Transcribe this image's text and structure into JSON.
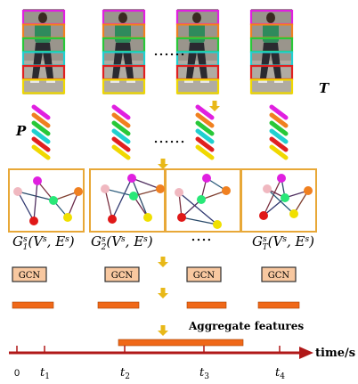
{
  "labels": {
    "top_ellipsis": "……",
    "T": "T",
    "P": "P",
    "stripe_ellipsis": "……",
    "graph_ellipsis": "….",
    "aggregate": "Aggregate features",
    "time_axis": "time/s",
    "gcn": "GCN",
    "tick0": "0"
  },
  "graph_labels": [
    {
      "G": "G",
      "sup": "s",
      "sub": "1",
      "rest": "(V",
      "sup2": "s",
      "comma": ", E",
      "sup3": "s",
      "close": ")"
    },
    {
      "G": "G",
      "sup": "s",
      "sub": "2",
      "rest": "(V",
      "sup2": "s",
      "comma": ", E",
      "sup3": "s",
      "close": ")"
    },
    {
      "G": "G",
      "sup": "s",
      "sub": "T",
      "rest": "(V",
      "sup2": "s",
      "comma": ", E",
      "sup3": "s",
      "close": ")"
    }
  ],
  "ticks": [
    {
      "t": "t",
      "sub": "1"
    },
    {
      "t": "t",
      "sub": "2"
    },
    {
      "t": "t",
      "sub": "3"
    },
    {
      "t": "t",
      "sub": "4"
    }
  ],
  "colors": {
    "parts": [
      "#e020e0",
      "#f08020",
      "#28c838",
      "#20d0d0",
      "#e02020",
      "#f0d800"
    ],
    "graph_nodes": [
      "#e020e0",
      "#f0b8c0",
      "#28e878",
      "#f08020",
      "#e01818",
      "#f0e000"
    ],
    "box_border": "#e8a838",
    "arrow": "#e8b818",
    "gcn_fill": "#f8c8a0",
    "gcn_border": "#303030",
    "bar": "#f06818",
    "time_axis": "#b01818"
  },
  "icons": {
    "down_arrow": "down-arrow-icon",
    "person": "walking-person-image"
  }
}
